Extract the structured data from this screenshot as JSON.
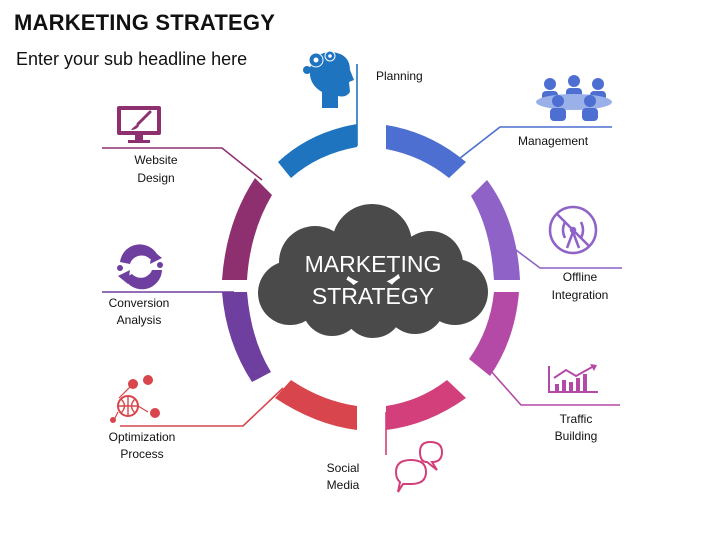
{
  "header": {
    "title": "MARKETING STRATEGY",
    "subtitle": "Enter your sub headline here"
  },
  "center": {
    "line1": "MARKETING",
    "line2": "STRATEGY",
    "color": "#4a4a4a"
  },
  "items": [
    {
      "label1": "Planning",
      "label2": "",
      "color": "#1f74c0",
      "icon": "head-gears-icon"
    },
    {
      "label1": "Management",
      "label2": "",
      "color": "#4d6fd1",
      "icon": "team-meeting-icon"
    },
    {
      "label1": "Offline",
      "label2": "Integration",
      "color": "#8e62c6",
      "icon": "no-signal-icon"
    },
    {
      "label1": "Traffic",
      "label2": "Building",
      "color": "#b54aa6",
      "icon": "rising-chart-icon"
    },
    {
      "label1": "Social",
      "label2": "Media",
      "color": "#d23f7a",
      "icon": "chat-bubbles-icon"
    },
    {
      "label1": "Optimization",
      "label2": "Process",
      "color": "#d9454c",
      "icon": "globe-network-icon"
    },
    {
      "label1": "Conversion",
      "label2": "Analysis",
      "color": "#6e3f9e",
      "icon": "refresh-cycle-icon"
    },
    {
      "label1": "Website",
      "label2": "Design",
      "color": "#8e3070",
      "icon": "monitor-brush-icon"
    }
  ]
}
